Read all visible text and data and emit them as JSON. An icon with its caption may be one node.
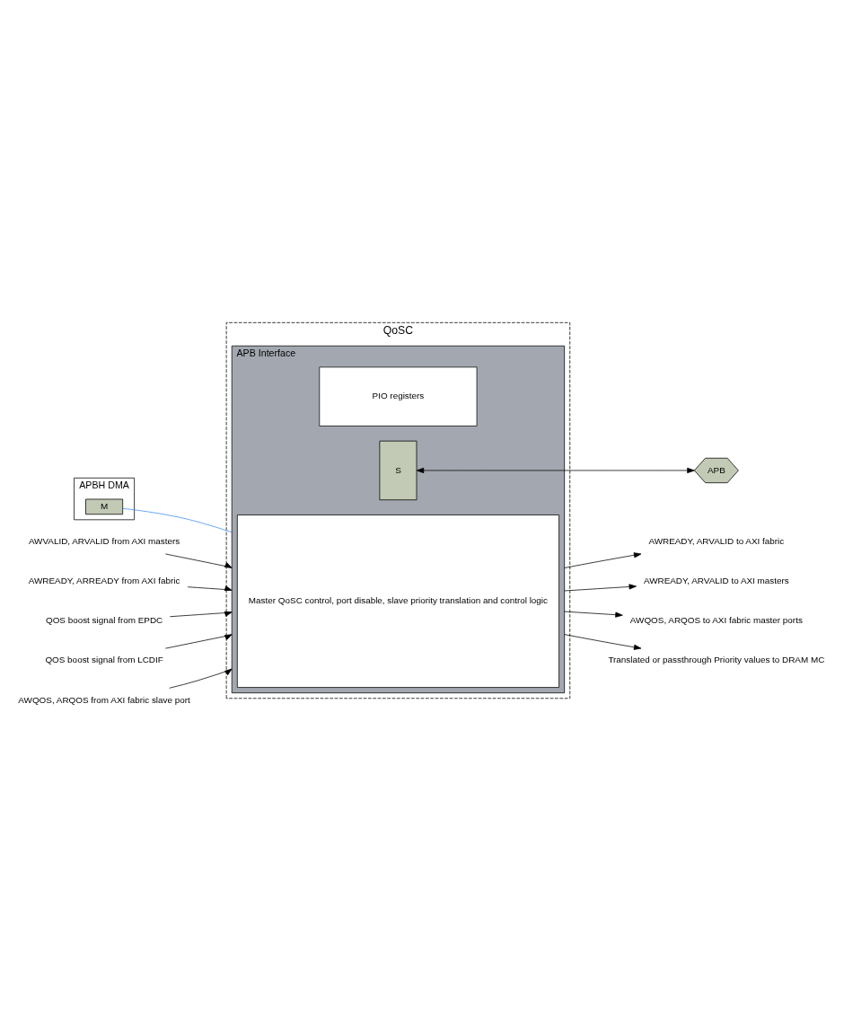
{
  "diagram": {
    "nodes": [
      {
        "text": [
          "QoSC"
        ]
      },
      {
        "text": [
          "APB Interface"
        ],
        "in": 0
      },
      {
        "text": [
          "PIO registers"
        ],
        "in": 1
      },
      {
        "text": [
          "S"
        ],
        "in": 1
      },
      {
        "text": [
          "Master QoSC control, port disable, slave priority translation and control logic"
        ],
        "in": 1
      },
      {
        "text": [
          "APBH DMA"
        ]
      },
      {
        "text": [
          "M"
        ],
        "in": 5
      },
      {
        "text": [
          "APB"
        ]
      },
      {
        "text": [
          "AWVALID, ARVALID from AXI masters"
        ]
      },
      {
        "text": [
          "AWREADY, ARVALID to AXI fabric"
        ]
      },
      {
        "text": [
          "AWREADY, ARREADY from AXI fabric"
        ]
      },
      {
        "text": [
          "AWREADY, ARVALID to AXI masters"
        ]
      },
      {
        "text": [
          "QOS boost signal from EPDC"
        ]
      },
      {
        "text": [
          "QOS boost signal from LCDIF"
        ]
      },
      {
        "text": [
          "AWQOS, ARQOS to AXI fabric master ports"
        ]
      },
      {
        "text": [
          "AWQOS, ARQOS from AXI fabric slave port"
        ]
      },
      {
        "text": [
          "Translated or passthrough Priority values to DRAM MC"
        ]
      }
    ],
    "edges": [
      {
        "from": 3,
        "to": 7,
        "arrow": "both"
      },
      {
        "from": 6,
        "to": 1,
        "arrow": "none",
        "color": "#3d8ef0"
      },
      {
        "from": 8,
        "to": 1,
        "arrow": "to"
      },
      {
        "from": 1,
        "to": 9,
        "arrow": "to"
      },
      {
        "from": 10,
        "to": 1,
        "arrow": "to"
      },
      {
        "from": 1,
        "to": 11,
        "arrow": "to"
      },
      {
        "from": 12,
        "to": 1,
        "arrow": "to"
      },
      {
        "from": 13,
        "to": 1,
        "arrow": "to"
      },
      {
        "from": 1,
        "to": 14,
        "arrow": "to"
      },
      {
        "from": 15,
        "to": 1,
        "arrow": "to"
      },
      {
        "from": 1,
        "to": 16,
        "arrow": "to"
      }
    ]
  }
}
